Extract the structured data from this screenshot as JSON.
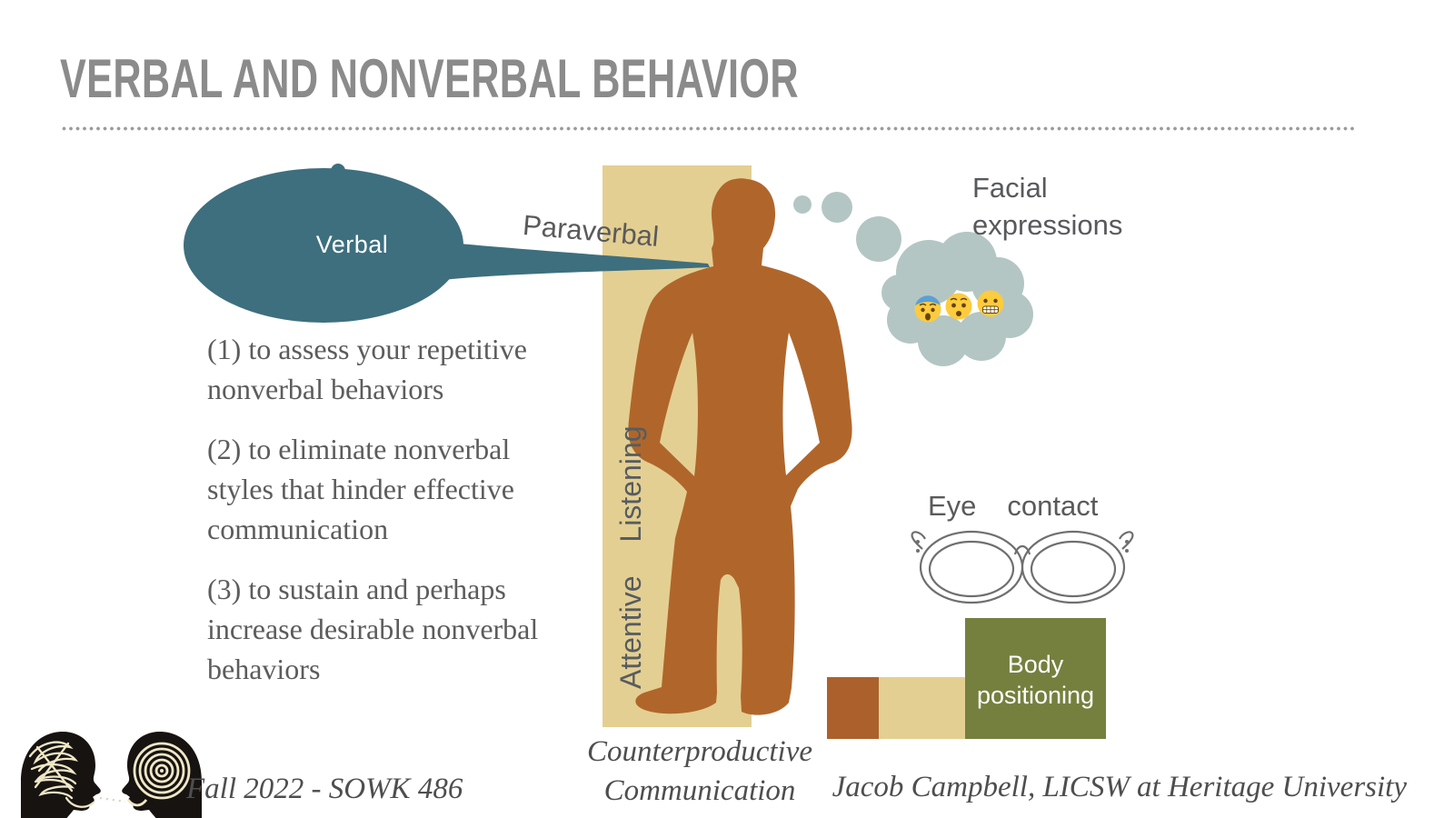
{
  "slide_title": "VERBAL AND NONVERBAL BEHAVIOR",
  "speech_bubble": {
    "label": "Verbal"
  },
  "paraverbal_label": "Paraverbal",
  "thought_bubble": {
    "label_lines": [
      "Facial",
      "expressions"
    ],
    "emojis": [
      "fearful-face",
      "hushed-face",
      "grimacing-face"
    ]
  },
  "listening_column": {
    "label": "Attentive Listening",
    "caption_lines": [
      "Counterproductive",
      "Communication"
    ]
  },
  "objectives": [
    {
      "lines": [
        "(1) to assess your repetitive",
        "nonverbal behaviors"
      ]
    },
    {
      "lines": [
        "(2) to eliminate nonverbal",
        "styles that hinder effective",
        "communication"
      ]
    },
    {
      "lines": [
        "(3) to sustain and perhaps",
        "increase desirable nonverbal",
        "behaviors"
      ]
    }
  ],
  "eye_contact": {
    "words": [
      "Eye",
      "contact"
    ]
  },
  "body_positioning": {
    "lines": [
      "Body",
      "positioning"
    ]
  },
  "footer": {
    "left": "Fall 2022 - SOWK 486",
    "right": "Jacob Campbell, LICSW at Heritage University"
  },
  "colors": {
    "speech_teal": "#3e6f7e",
    "column_tan": "#e4cf92",
    "person_brown": "#b0662b",
    "box_green": "#75803f",
    "cloud_gray": "#b3c6c3"
  }
}
